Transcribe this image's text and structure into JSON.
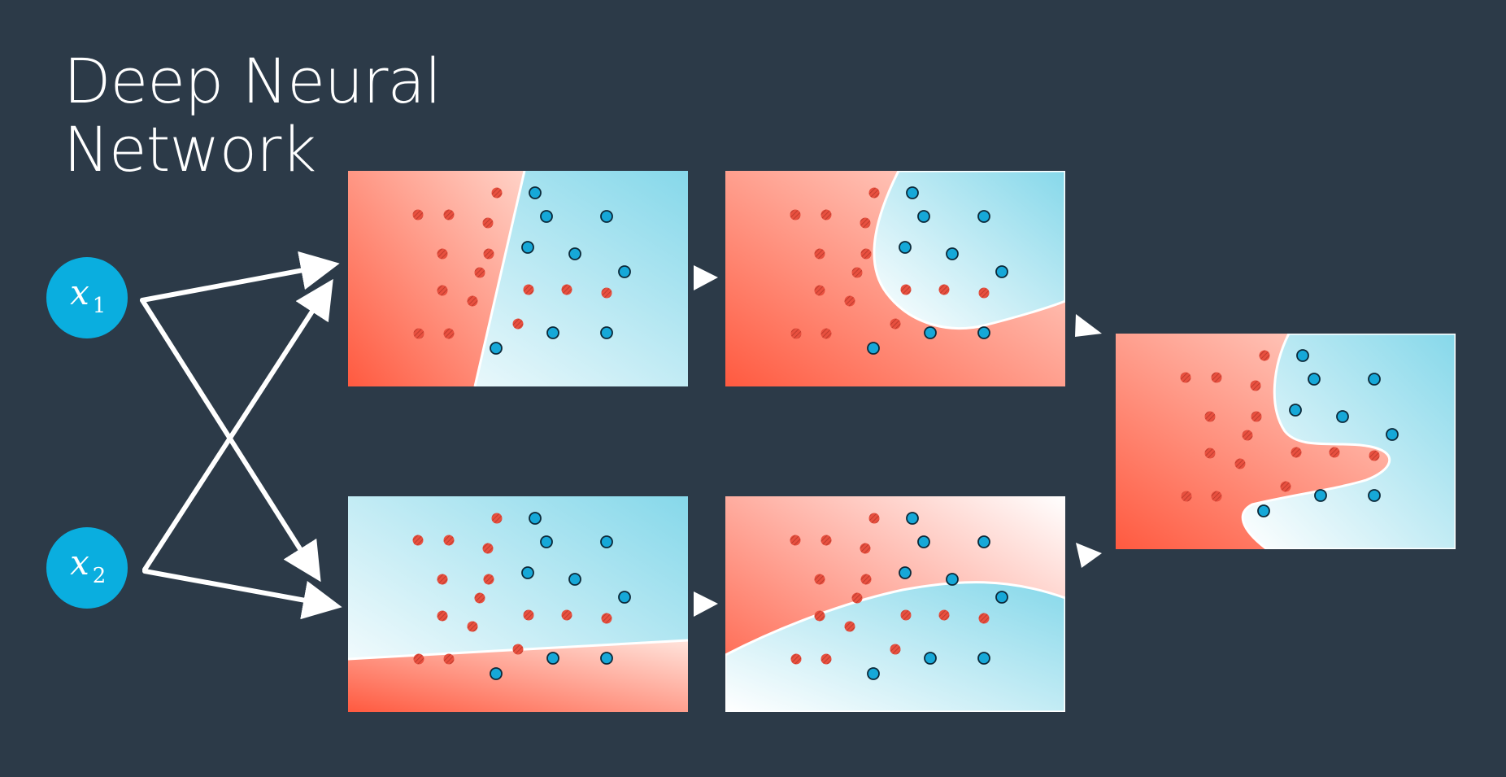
{
  "title": {
    "line1": "Deep Neural",
    "line2": "Network"
  },
  "inputs": [
    {
      "var": "x",
      "sub": "1"
    },
    {
      "var": "x",
      "sub": "2"
    }
  ],
  "colors": {
    "background": "#2c3a48",
    "red_point": "#e8503f",
    "blue_point": "#16a8d8",
    "red_region": "#ff5a40",
    "blue_region": "#86d8ea",
    "node": "#0aaedf",
    "arrow": "#ffffff"
  },
  "panels": [
    {
      "id": "layer1-a",
      "boundary": "linear steep diagonal"
    },
    {
      "id": "layer1-b",
      "boundary": "linear near-horizontal"
    },
    {
      "id": "layer2-a",
      "boundary": "curved"
    },
    {
      "id": "layer2-b",
      "boundary": "curved"
    },
    {
      "id": "output",
      "boundary": "complex curved"
    }
  ]
}
